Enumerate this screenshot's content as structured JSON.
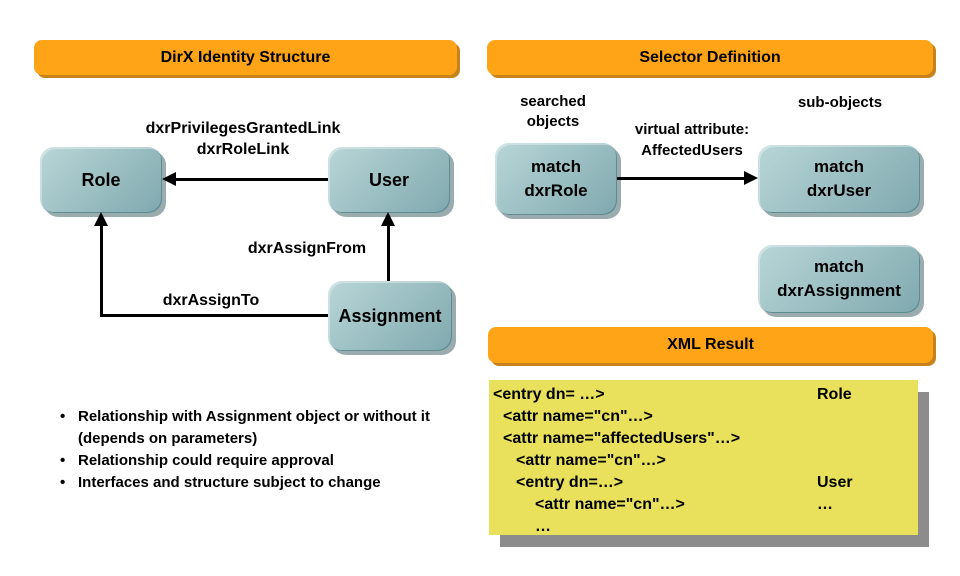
{
  "colors": {
    "banner_orange": "#ffa317",
    "banner_orange_shadow": "#c5831c",
    "teal_light": "#b9d6d7",
    "teal_dark": "#7fa9af",
    "teal_edge": "#5d8c93",
    "node_shadow": "#9aacad",
    "xml_yellow": "#e9e05c",
    "xml_shadow": "#8c8c8c",
    "ink": "#000000"
  },
  "left_panel": {
    "banner": "DirX Identity Structure",
    "nodes": {
      "role": "Role",
      "user": "User",
      "assignment": "Assignment"
    },
    "edge_labels": {
      "privileges_granted_link": "dxrPrivilegesGrantedLink",
      "role_link": "dxrRoleLink",
      "assign_from": "dxrAssignFrom",
      "assign_to": "dxrAssignTo"
    },
    "bullets": [
      "Relationship with Assignment object or without it (depends on parameters)",
      "Relationship could require approval",
      "Interfaces and structure subject to change"
    ]
  },
  "right_panel": {
    "banner": "Selector Definition",
    "labels": {
      "searched_objects": {
        "line1": "searched",
        "line2": "objects"
      },
      "sub_objects": "sub-objects",
      "virtual_attribute": {
        "line1": "virtual attribute:",
        "line2": "AffectedUsers"
      }
    },
    "nodes": {
      "match_role": {
        "line1": "match",
        "line2": "dxrRole"
      },
      "match_user": {
        "line1": "match",
        "line2": "dxrUser"
      },
      "match_assignment": {
        "line1": "match",
        "line2": "dxrAssignment"
      }
    },
    "xml_banner": "XML Result",
    "xml": {
      "lines": [
        {
          "code": "<entry dn= …>",
          "indent": 0,
          "annotation": "Role"
        },
        {
          "code": "<attr name=\"cn\"…>",
          "indent": 1,
          "annotation": ""
        },
        {
          "code": "<attr name=\"affectedUsers\"…>",
          "indent": 1,
          "annotation": ""
        },
        {
          "code": "<attr name=\"cn\"…>",
          "indent": 2,
          "annotation": ""
        },
        {
          "code": "<entry dn=…>",
          "indent": 2,
          "annotation": "User"
        },
        {
          "code": "<attr name=\"cn\"…>",
          "indent": 3,
          "annotation": "…"
        },
        {
          "code": "…",
          "indent": 3,
          "annotation": ""
        }
      ]
    }
  }
}
